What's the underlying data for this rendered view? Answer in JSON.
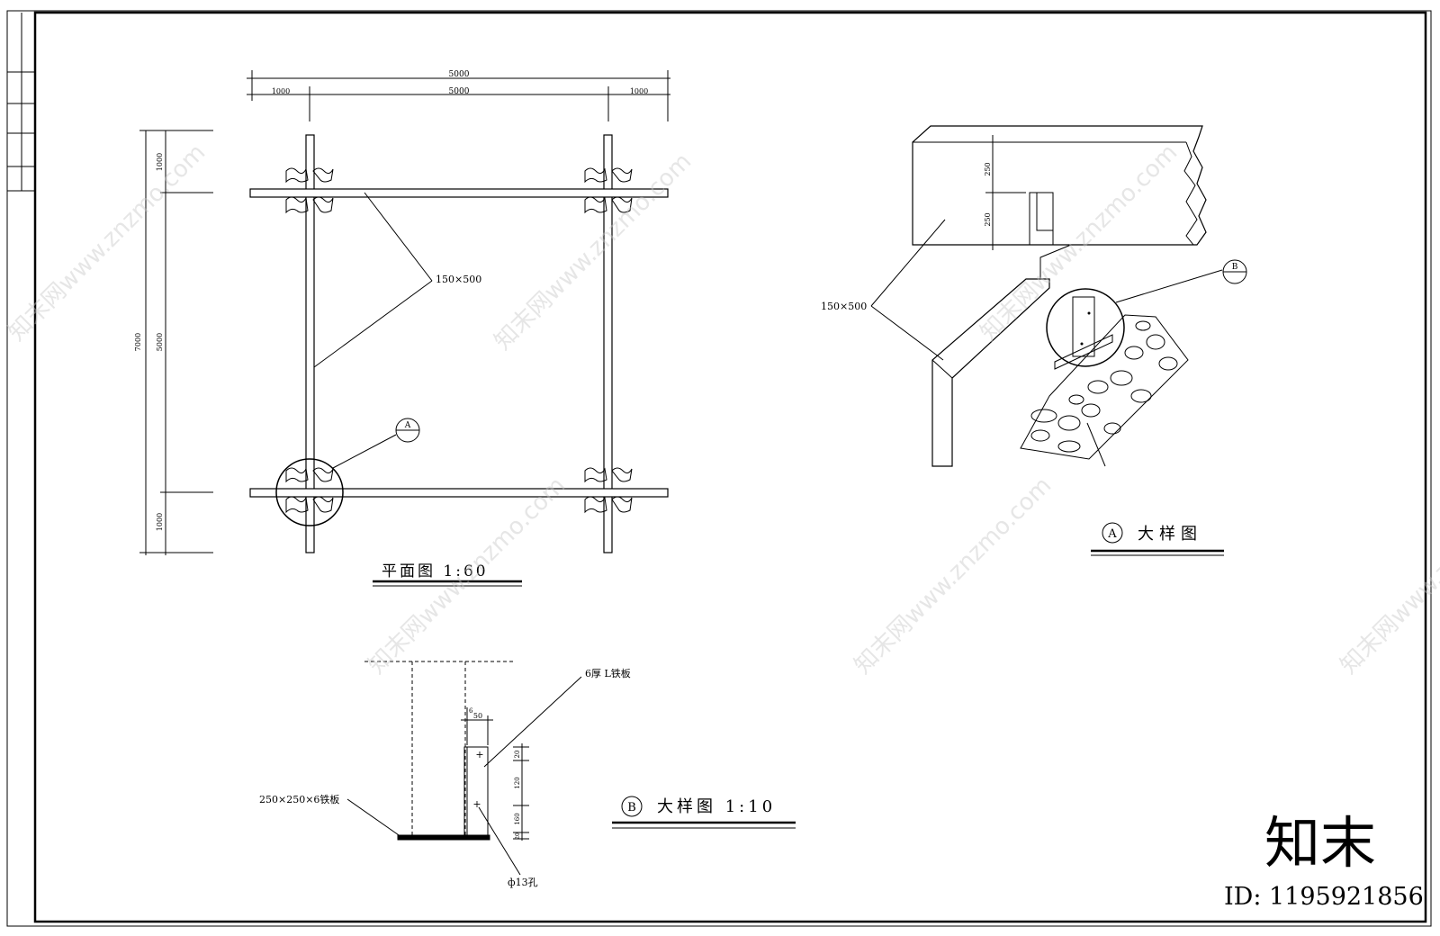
{
  "plan": {
    "title": "平面图 1:60",
    "dim_top_overall": "5000",
    "dim_top_left": "1000",
    "dim_top_mid": "5000",
    "dim_top_right": "1000",
    "dim_left_overall": "7000",
    "dim_left_top": "1000",
    "dim_left_mid": "5000",
    "dim_left_bottom": "1000",
    "beam_label": "150×500",
    "callout": "A"
  },
  "detail_a": {
    "marker": "A",
    "title": "大样图",
    "beam_label": "150×500",
    "callout": "B",
    "dim_1": "250",
    "dim_2": "250"
  },
  "detail_b": {
    "marker": "B",
    "title": "大样图 1:10",
    "label_plate": "6厚 L铁板",
    "label_base": "250×250×6铁板",
    "label_hole": "ф13孔",
    "dim_w": "50",
    "dim_t": "6",
    "dim_v1": "20",
    "dim_v2": "120",
    "dim_v3": "160",
    "dim_v4": "20"
  },
  "watermark": {
    "brand": "知末",
    "id": "ID: 1195921856",
    "repeat": "知末网www.znzmo.com"
  }
}
